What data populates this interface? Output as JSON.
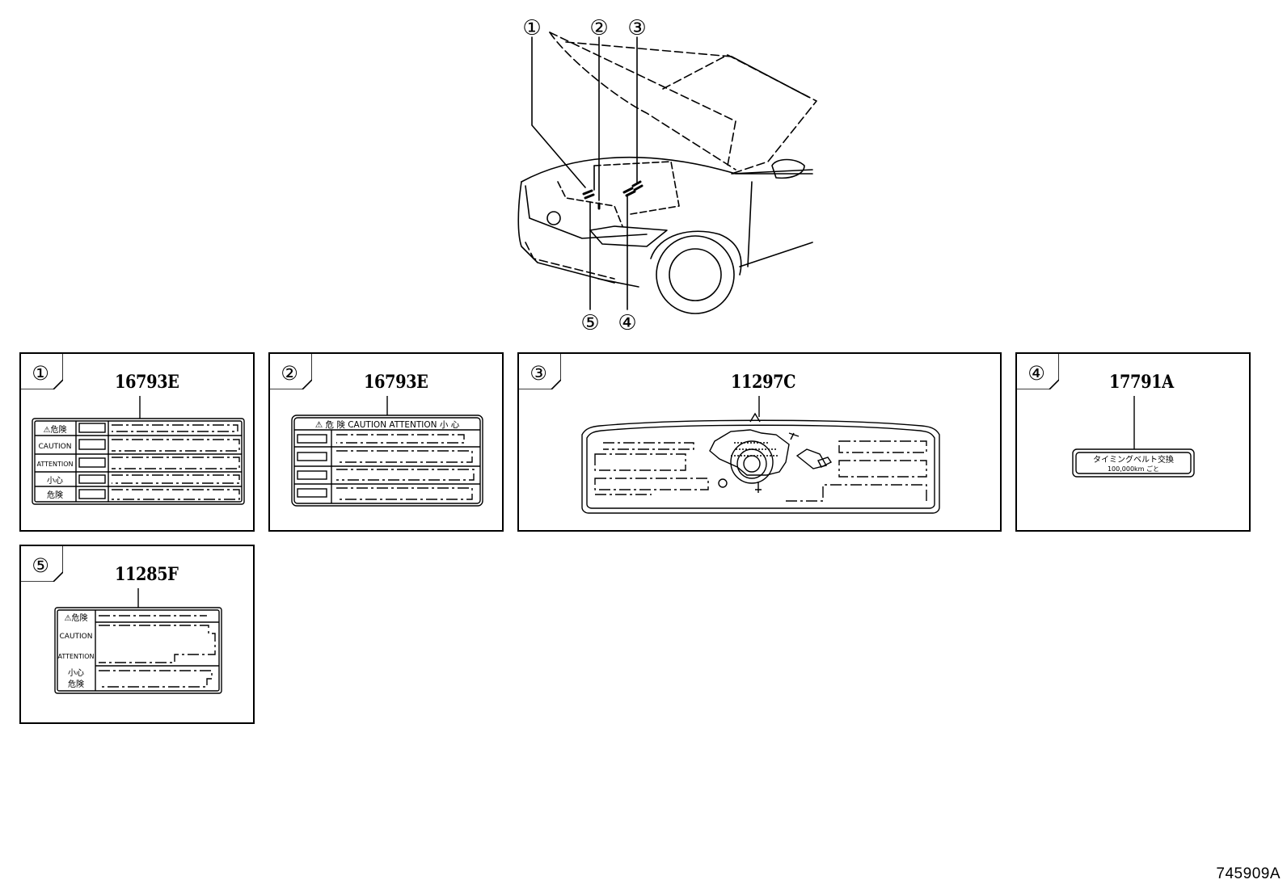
{
  "overview": {
    "callouts": [
      "①",
      "②",
      "③",
      "④",
      "⑤"
    ]
  },
  "panels": [
    {
      "callout": "①",
      "part_number": "16793E",
      "label_rows": [
        "⚠危険",
        "CAUTION",
        "ATTENTION",
        "小心",
        "危険"
      ]
    },
    {
      "callout": "②",
      "part_number": "16793E",
      "header_text": "⚠ 危 険  CAUTION  ATTENTION  小 心"
    },
    {
      "callout": "③",
      "part_number": "11297C"
    },
    {
      "callout": "④",
      "part_number": "17791A",
      "label_line1": "タイミングベルト交換",
      "label_line2": "100,000km ごと"
    },
    {
      "callout": "⑤",
      "part_number": "11285F",
      "label_rows": [
        "⚠危険",
        "CAUTION",
        "ATTENTION",
        "小心",
        "危険"
      ]
    }
  ],
  "diagram_code": "745909A"
}
